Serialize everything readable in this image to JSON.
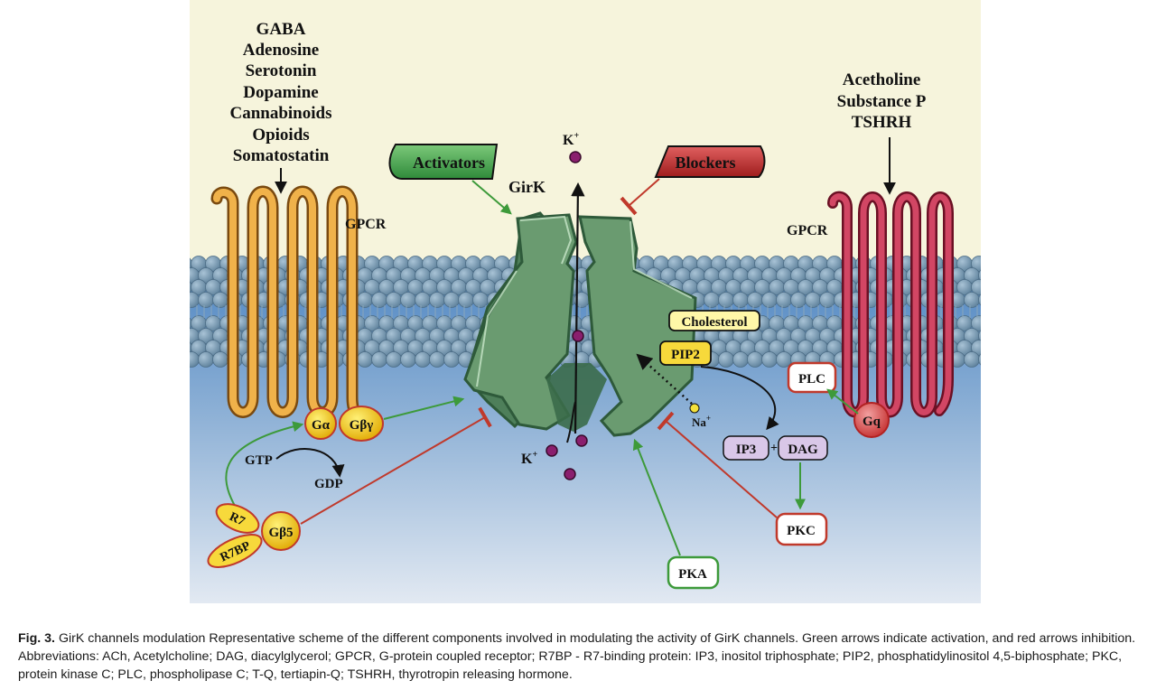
{
  "ligands_left": [
    "GABA",
    "Adenosine",
    "Serotonin",
    "Dopamine",
    "Cannabinoids",
    "Opioids",
    "Somatostatin"
  ],
  "ligands_right": [
    "Acetholine",
    "Substance P",
    "TSHRH"
  ],
  "labels": {
    "gpcr_left": "GPCR",
    "gpcr_right": "GPCR",
    "activators": "Activators",
    "blockers": "Blockers",
    "girk": "GirK",
    "k_top": "K",
    "k_bottom": "K",
    "k_sup": "+",
    "cholesterol": "Cholesterol",
    "pip2": "PIP2",
    "na": "Na",
    "na_sup": "+",
    "plc": "PLC",
    "gq": "Gq",
    "ip3": "IP3",
    "plus": "+",
    "dag": "DAG",
    "pkc": "PKC",
    "pka": "PKA",
    "galpha": "Gα",
    "gbetagamma": "Gβγ",
    "gtp": "GTP",
    "gdp": "GDP",
    "r7": "R7",
    "r7bp": "R7BP",
    "gbeta5": "Gβ5"
  },
  "caption": {
    "fig_label": "Fig. 3.",
    "text": " GirK channels modulation Representative scheme of the different components involved in modulating the activity of GirK channels. Green arrows indicate activation, and red arrows inhibition. Abbreviations: ACh, Acetylcholine; DAG, diacylglycerol; GPCR, G-protein coupled receptor; R7BP - R7-binding protein: IP3, inositol triphosphate; PIP2, phosphatidylinositol 4,5-biphosphate; PKC, protein kinase C; PLC, phospholipase C; T-Q, tertiapin-Q; TSHRH, thyrotropin releasing hormone."
  },
  "colors": {
    "extracellular": "#f6f4dc",
    "intracellular_top": "#5b91c8",
    "intracellular_bottom": "#d6e2ee",
    "membrane_bead": "#7a9cb5",
    "channel": "#5f8f68",
    "channel_dark": "#3b6b4a",
    "gpcr_left": "#e59a2e",
    "gpcr_right": "#c2344f",
    "activate": "#3d9a3a",
    "inhibit": "#c0392b",
    "ion": "#8a1f6e"
  }
}
